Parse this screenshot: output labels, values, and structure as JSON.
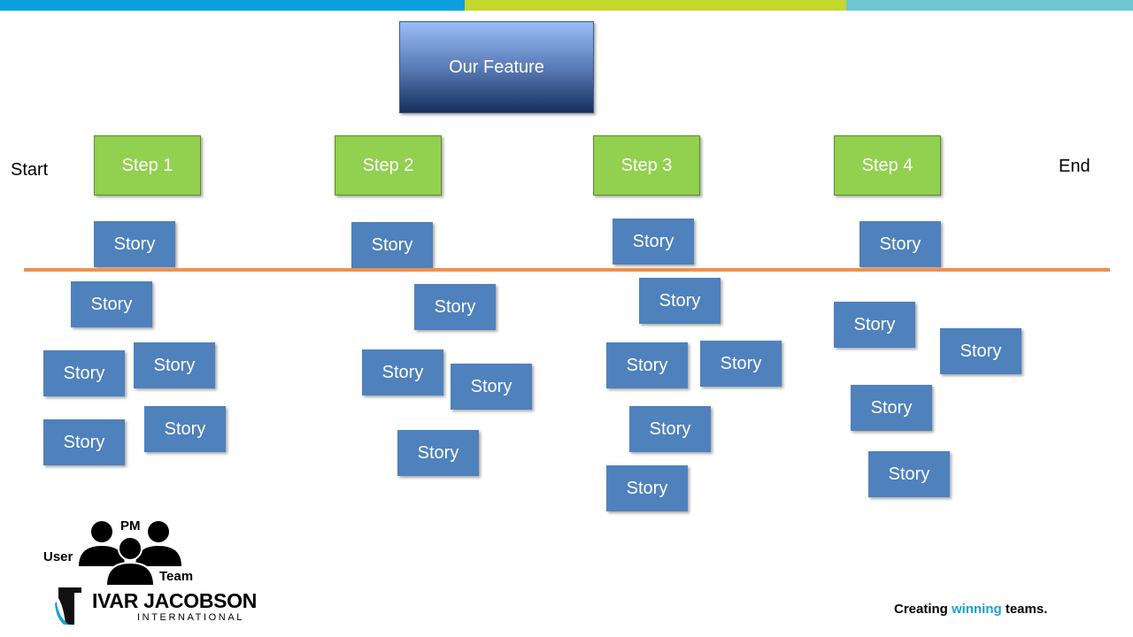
{
  "colors": {
    "top_bar": [
      "#0aa0dc",
      "#c4d82e",
      "#6ec6d0"
    ],
    "feature_box": "#4f72aa",
    "step_box": "#92d050",
    "story_box": "#4f81bd",
    "divider_line": "#f0904a",
    "tagline_highlight": "#1ba0d8"
  },
  "feature": {
    "label": "Our Feature"
  },
  "flow": {
    "start": "Start",
    "end": "End"
  },
  "steps": [
    "Step 1",
    "Step 2",
    "Step 3",
    "Step 4"
  ],
  "story_label": "Story",
  "stories_above_line": [
    "Story",
    "Story",
    "Story",
    "Story"
  ],
  "stories_below_line": [
    [
      "Story",
      "Story",
      "Story",
      "Story",
      "Story"
    ],
    [
      "Story",
      "Story",
      "Story",
      "Story"
    ],
    [
      "Story",
      "Story",
      "Story",
      "Story",
      "Story"
    ],
    [
      "Story",
      "Story",
      "Story",
      "Story"
    ]
  ],
  "roles": {
    "pm": "PM",
    "user": "User",
    "team": "Team"
  },
  "logo": {
    "name": "IVAR JACOBSON",
    "sub": "INTERNATIONAL"
  },
  "tagline": {
    "before": "Creating ",
    "highlight": "winning",
    "after": " teams."
  }
}
